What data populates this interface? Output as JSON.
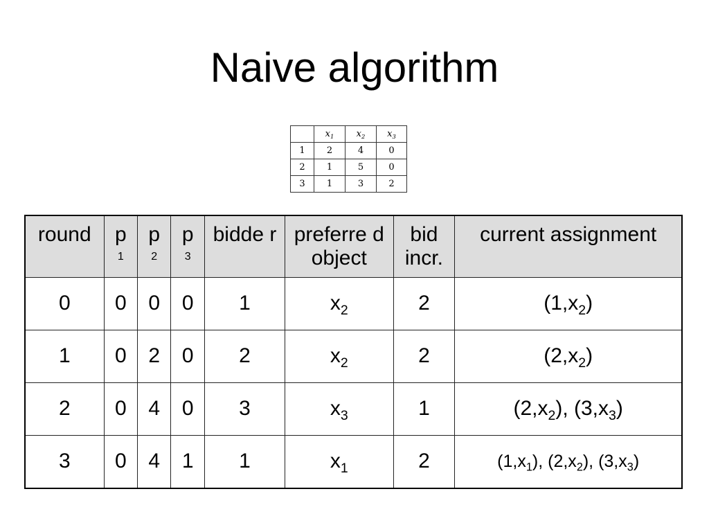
{
  "title": "Naive algorithm",
  "valuation_table": {
    "headers": [
      "",
      "x",
      "x",
      "x"
    ],
    "header_subs": [
      "",
      "1",
      "2",
      "3"
    ],
    "rows": [
      [
        "1",
        "2",
        "4",
        "0"
      ],
      [
        "2",
        "1",
        "5",
        "0"
      ],
      [
        "3",
        "1",
        "3",
        "2"
      ]
    ]
  },
  "main_table": {
    "headers": {
      "round": "round",
      "p1": "p",
      "p1_sub": "1",
      "p2": "p",
      "p2_sub": "2",
      "p3": "p",
      "p3_sub": "3",
      "bidder": "bidde r",
      "preferred": "preferre d object",
      "bid": "bid incr.",
      "assignment": "current assignment"
    },
    "rows": [
      {
        "round": "0",
        "p1": "0",
        "p2": "0",
        "p3": "0",
        "bidder": "1",
        "obj": "x",
        "obj_sub": "2",
        "bid": "2",
        "assign": [
          {
            "t": "(1,x",
            "s": "2"
          },
          {
            "t": ")",
            "s": ""
          }
        ]
      },
      {
        "round": "1",
        "p1": "0",
        "p2": "2",
        "p3": "0",
        "bidder": "2",
        "obj": "x",
        "obj_sub": "2",
        "bid": "2",
        "assign": [
          {
            "t": "(2,x",
            "s": "2"
          },
          {
            "t": ")",
            "s": ""
          }
        ]
      },
      {
        "round": "2",
        "p1": "0",
        "p2": "4",
        "p3": "0",
        "bidder": "3",
        "obj": "x",
        "obj_sub": "3",
        "bid": "1",
        "assign": [
          {
            "t": "(2,x",
            "s": "2"
          },
          {
            "t": "), (3,x",
            "s": "3"
          },
          {
            "t": ")",
            "s": ""
          }
        ]
      },
      {
        "round": "3",
        "p1": "0",
        "p2": "4",
        "p3": "1",
        "bidder": "1",
        "obj": "x",
        "obj_sub": "1",
        "bid": "2",
        "assign": [
          {
            "t": "(1,x",
            "s": "1"
          },
          {
            "t": "), (2,x",
            "s": "2"
          },
          {
            "t": "), (3,x",
            "s": "3"
          },
          {
            "t": ")",
            "s": ""
          }
        ]
      }
    ]
  }
}
